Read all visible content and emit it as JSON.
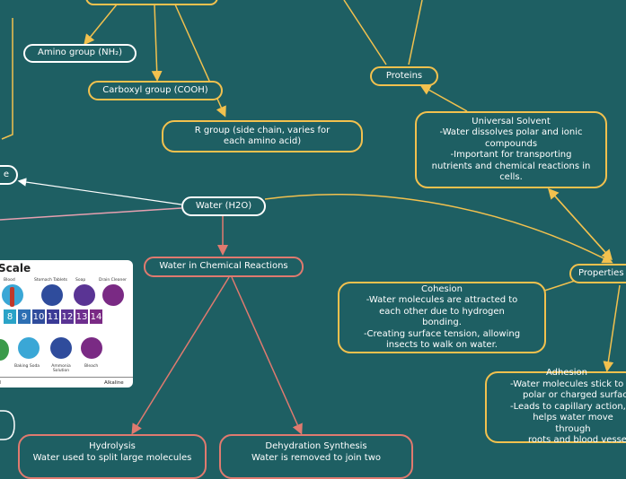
{
  "nodes": {
    "amino_group": "Amino group (NH₂)",
    "carboxyl_group": "Carboxyl group (COOH)",
    "r_group": [
      "R group (side chain, varies for",
      "each amino acid)"
    ],
    "proteins": "Proteins",
    "universal_solvent": {
      "title": "Universal Solvent",
      "lines": [
        "-Water dissolves polar and ionic",
        "compounds",
        "-Important for transporting",
        "nutrients and chemical reactions in",
        "cells."
      ]
    },
    "water": "Water (H2O)",
    "reactions": "Water in Chemical Reactions",
    "properties": "Properties",
    "cohesion": {
      "title": "Cohesion",
      "lines": [
        "-Water molecules are attracted to",
        "each other due to hydrogen",
        "bonding.",
        "-Creating surface tension, allowing",
        "insects to walk on water."
      ]
    },
    "adhesion": {
      "title": "Adhesion",
      "lines": [
        "-Water molecules stick to",
        "polar or charged surfac",
        "-Leads to capillary action,",
        "helps water move through",
        "roots and blood vesse"
      ]
    },
    "hydrolysis": {
      "title": "Hydrolysis",
      "lines": [
        "Water used to split large molecules"
      ]
    },
    "dehydration": {
      "title": "Dehydration Synthesis",
      "lines": [
        "Water is removed to join two"
      ]
    },
    "left_partial": "e"
  },
  "ph_scale": {
    "title": "Scale",
    "top_labels": [
      "Blood",
      "Stomach Tablets",
      "Soap",
      "Drain Cleaner"
    ],
    "numbers": [
      "8",
      "9",
      "10",
      "11",
      "12",
      "13",
      "14"
    ],
    "number_colors": [
      "#2aa3c7",
      "#2d6fb3",
      "#2f4c9c",
      "#3b3a96",
      "#5a3494",
      "#6e2e8e",
      "#7a2a84"
    ],
    "bottom_labels": [
      "r",
      "Baking Soda",
      "Ammonia Solution",
      "Bleach"
    ],
    "footer_left": "al",
    "footer_right": "Alkaline"
  },
  "colors": {
    "background": "#1e5f63",
    "yellow": "#f2c14e",
    "coral": "#e07a6f",
    "pink": "#e6a0b0"
  }
}
